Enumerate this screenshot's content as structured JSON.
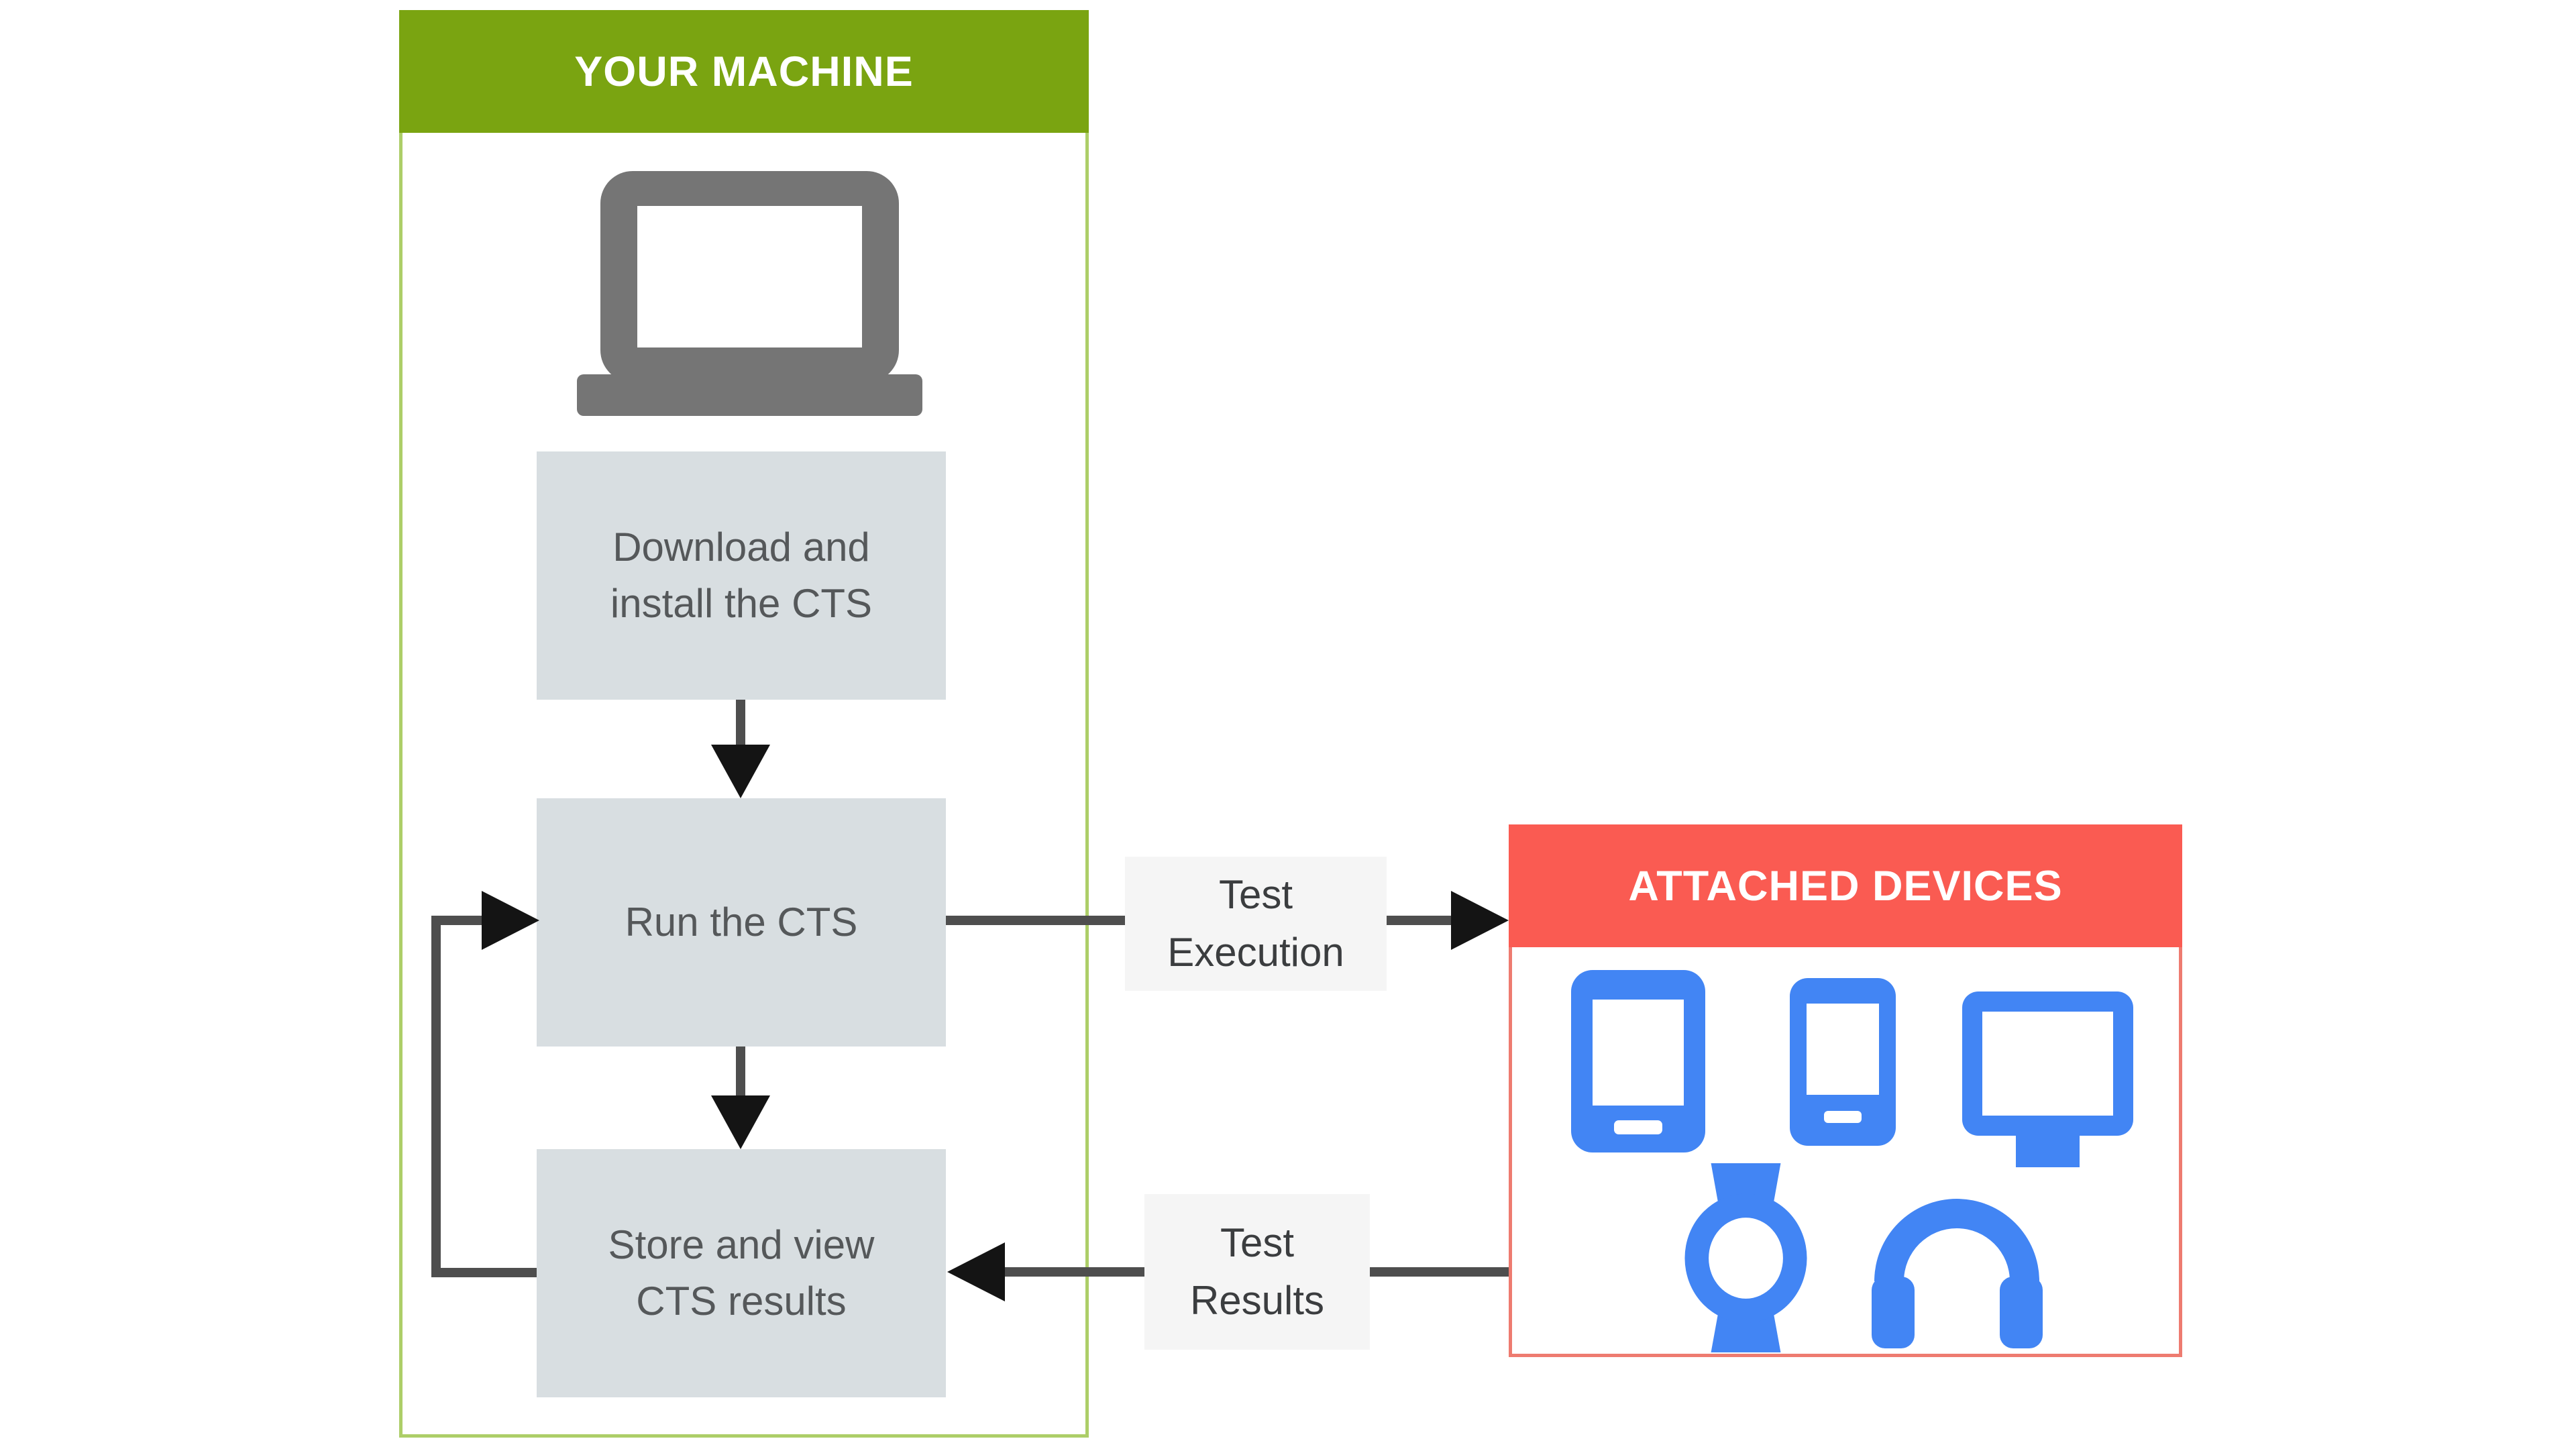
{
  "your_machine": {
    "title": "YOUR MACHINE",
    "icon": "laptop-icon",
    "steps": [
      {
        "label": "Download and install the CTS",
        "lines": [
          "Download and",
          "install the CTS"
        ]
      },
      {
        "label": "Run the CTS",
        "lines": [
          "Run the CTS"
        ]
      },
      {
        "label": "Store and view CTS results",
        "lines": [
          "Store and view",
          "CTS results"
        ]
      }
    ]
  },
  "attached_devices": {
    "title": "ATTACHED DEVICES",
    "icons": [
      "tablet-icon",
      "phone-icon",
      "tv-icon",
      "smartwatch-icon",
      "headphones-icon"
    ]
  },
  "flows": {
    "test_execution": {
      "label": "Test Execution",
      "lines": [
        "Test",
        "Execution"
      ],
      "from": "Run the CTS",
      "to": "ATTACHED DEVICES"
    },
    "test_results": {
      "label": "Test Results",
      "lines": [
        "Test",
        "Results"
      ],
      "from": "ATTACHED DEVICES",
      "to": "Store and view CTS results"
    },
    "retry_loop": {
      "from": "Store and view CTS results",
      "to": "Run the CTS"
    }
  },
  "colors": {
    "page-bg": "#FFFFFF",
    "green-header": "#7AA411",
    "green-border": "#ADCE68",
    "red-header": "#FA5B52",
    "red-border": "#EE7B70",
    "header-text": "#FFFFFF",
    "step-fill": "#D8DEE1",
    "step-text": "#55585A",
    "flow-label-fill": "#F5F5F5",
    "flow-label-text": "#3B3D3F",
    "arrow-line": "#4E4E4E",
    "arrowhead": "#141414",
    "laptop-icon": "#757575",
    "device-icon": "#4285F4"
  }
}
